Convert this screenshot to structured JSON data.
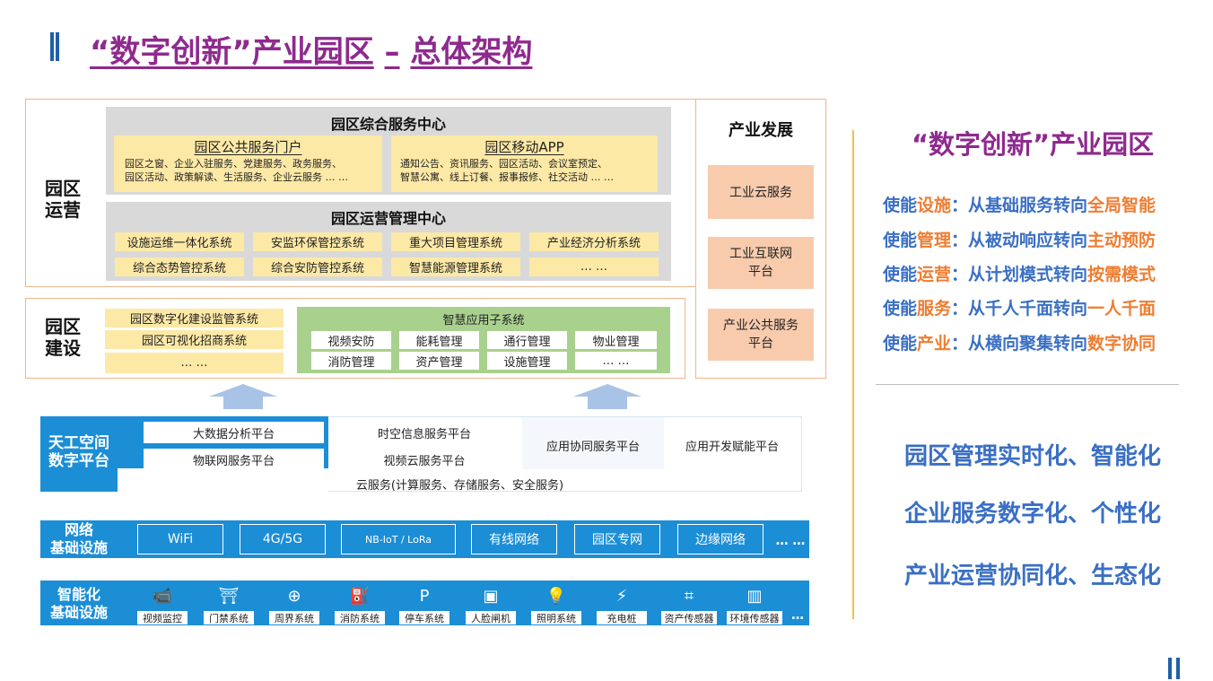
{
  "title": {
    "part1": "“数字创新”产业园区",
    "sep": "–",
    "part2": "总体架构"
  },
  "operation": {
    "label": "园区\n运营",
    "service_center": {
      "title": "园区综合服务中心",
      "portal": {
        "title": "园区公共服务门户",
        "line1": "园区之窗、企业入驻服务、党建服务、政务服务、",
        "line2": "园区活动、政策解读、生活服务、企业云服务 … …"
      },
      "app": {
        "title": "园区移动APP",
        "line1": "通知公告、资讯服务、园区活动、会议室预定、",
        "line2": "智慧公寓、线上订餐、报事报修、社交活动 … …"
      }
    },
    "management_center": {
      "title": "园区运营管理中心",
      "systems": [
        "设施运维一体化系统",
        "安监环保管控系统",
        "重大项目管理系统",
        "产业经济分析系统",
        "综合态势管控系统",
        "综合安防管控系统",
        "智慧能源管理系统",
        "… …"
      ]
    }
  },
  "construction": {
    "label": "园区\n建设",
    "left_items": [
      "园区数字化建设监管系统",
      "园区可视化招商系统",
      "… …"
    ],
    "smart_apps": {
      "title": "智慧应用子系统",
      "items": [
        "视频安防",
        "能耗管理",
        "通行管理",
        "物业管理",
        "消防管理",
        "资产管理",
        "设施管理",
        "… …"
      ]
    }
  },
  "industry": {
    "title": "产业发展",
    "items": [
      "工业云服务",
      "工业互联网\n平台",
      "产业公共服务\n平台"
    ]
  },
  "digital_platform": {
    "label": "天工空间\n数字平台",
    "items": [
      "大数据分析平台",
      "物联网服务平台",
      "时空信息服务平台",
      "视频云服务平台",
      "应用协同服务平台",
      "应用开发赋能平台"
    ],
    "cloud": "云服务(计算服务、存储服务、安全服务)"
  },
  "network": {
    "label": "网络\n基础设施",
    "items": [
      "WiFi",
      "4G/5G",
      "NB-IoT / LoRa",
      "有线网络",
      "园区专网",
      "边缘网络"
    ],
    "more": "… …"
  },
  "devices": {
    "label": "智能化\n基础设施",
    "items": [
      {
        "label": "视频监控",
        "icon": "camera-icon",
        "glyph": "📹"
      },
      {
        "label": "门禁系统",
        "icon": "gate-icon",
        "glyph": "⛩"
      },
      {
        "label": "周界系统",
        "icon": "globe-icon",
        "glyph": "⊕"
      },
      {
        "label": "消防系统",
        "icon": "extinguisher-icon",
        "glyph": "⛽"
      },
      {
        "label": "停车系统",
        "icon": "parking-icon",
        "glyph": "P"
      },
      {
        "label": "人脸闸机",
        "icon": "face-gate-icon",
        "glyph": "▣"
      },
      {
        "label": "照明系统",
        "icon": "bulb-icon",
        "glyph": "💡"
      },
      {
        "label": "充电桩",
        "icon": "charger-icon",
        "glyph": "⚡"
      },
      {
        "label": "资产传感器",
        "icon": "sensor-icon",
        "glyph": "⌗"
      },
      {
        "label": "环境传感器",
        "icon": "building-icon",
        "glyph": "▥"
      }
    ],
    "more": "…"
  },
  "right_panel": {
    "title": "“数字创新”产业园区",
    "enable_lines": [
      {
        "a": "使能",
        "b": "设施",
        "c": "：从基础服务转向",
        "d": "全局智能"
      },
      {
        "a": "使能",
        "b": "管理",
        "c": "：从被动响应转向",
        "d": "主动预防"
      },
      {
        "a": "使能",
        "b": "运营",
        "c": "：从计划模式转向",
        "d": "按需模式"
      },
      {
        "a": "使能",
        "b": "服务",
        "c": "：从千人千面转向",
        "d": "一人千面"
      },
      {
        "a": "使能",
        "b": "产业",
        "c": "：从横向聚集转向",
        "d": "数字协同"
      }
    ],
    "goals": [
      "园区管理实时化、智能化",
      "企业服务数字化、个性化",
      "产业运营协同化、生态化"
    ]
  },
  "colors": {
    "title_purple": "#8e2a8e",
    "accent_blue": "#1b8ed6",
    "text_blue": "#3a6fc4",
    "orange": "#ee7d31",
    "yellow_fill": "#fde9a6",
    "green_fill": "#a9d18e",
    "peach_fill": "#f8cbad"
  }
}
